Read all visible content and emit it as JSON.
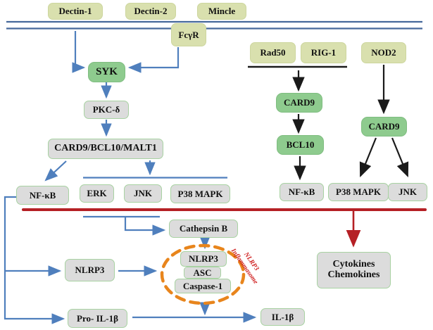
{
  "figure": {
    "description": "CARD9 signaling pathway diagram leading to NLRP3 inflammasome and cytokine production"
  },
  "colors": {
    "membrane_line": "#46689b",
    "blue_arrow": "#4f7fbd",
    "black_arrow": "#1a1a1a",
    "red_line": "#b52025",
    "orange_ellipse": "#e8851c",
    "receptor_box_bg": "#d9e0ae",
    "kinase_box_bg": "#8ecb8e",
    "node_box_bg": "#dcdcdc",
    "node_box_border": "#a8d2a2",
    "inflammasome_text": "#cf1f1f"
  },
  "nodes": {
    "dectin1": {
      "label": "Dectin-1"
    },
    "dectin2": {
      "label": "Dectin-2"
    },
    "mincle": {
      "label": "Mincle"
    },
    "fcyr": {
      "label": "FcγR"
    },
    "rad50": {
      "label": "Rad50"
    },
    "rig1": {
      "label": "RIG-1"
    },
    "nod2": {
      "label": "NOD2"
    },
    "syk": {
      "label": "SYK"
    },
    "pkc_delta": {
      "label": "PKC-δ"
    },
    "card9_bcl10_malt1": {
      "label": "CARD9/BCL10/MALT1"
    },
    "nfkb_left": {
      "label": "NF-κB"
    },
    "erk": {
      "label": "ERK"
    },
    "jnk_mid": {
      "label": "JNK"
    },
    "p38_mid": {
      "label": "P38 MAPK"
    },
    "card9_mid": {
      "label": "CARD9"
    },
    "bcl10": {
      "label": "BCL10"
    },
    "nfkb_right": {
      "label": "NF-κB"
    },
    "card9_right": {
      "label": "CARD9"
    },
    "p38_right": {
      "label": "P38 MAPK"
    },
    "jnk_right": {
      "label": "JNK"
    },
    "cathepsin_b": {
      "label": "Cathepsin B"
    },
    "nlrp3_left": {
      "label": "NLRP3"
    },
    "nlrp3_complex": {
      "label": "NLRP3"
    },
    "asc": {
      "label": "ASC"
    },
    "caspase1": {
      "label": "Caspase-1"
    },
    "pro_il1b": {
      "label": "Pro- IL-1β"
    },
    "il1b": {
      "label": "IL-1β"
    },
    "cytokines": {
      "line1": "Cytokines",
      "line2": "Chemokines"
    }
  },
  "annotations": {
    "inflammasome": {
      "line1": "NLRP3",
      "line2": "Inflammasome"
    }
  }
}
